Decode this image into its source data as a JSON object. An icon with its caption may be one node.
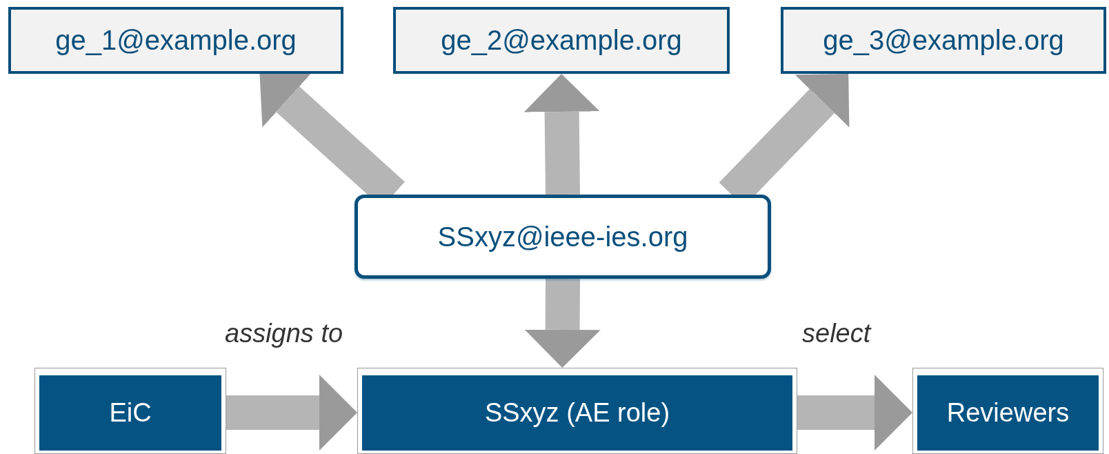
{
  "diagram": {
    "nodes": [
      {
        "text": [
          "ge_1@example.org"
        ]
      },
      {
        "text": [
          "ge_2@example.org"
        ]
      },
      {
        "text": [
          "ge_3@example.org"
        ]
      },
      {
        "text": [
          "SSxyz@ieee-ies.org"
        ]
      },
      {
        "text": [
          "EiC"
        ]
      },
      {
        "text": [
          "SSxyz (AE role)"
        ]
      },
      {
        "text": [
          "Reviewers"
        ]
      }
    ],
    "edges": [
      {
        "from": 3,
        "to": 0,
        "arrow": "to"
      },
      {
        "from": 3,
        "to": 1,
        "arrow": "to"
      },
      {
        "from": 3,
        "to": 2,
        "arrow": "to"
      },
      {
        "from": 3,
        "to": 5,
        "arrow": "to"
      },
      {
        "from": 4,
        "to": 5,
        "arrow": "to",
        "label": "assigns to"
      },
      {
        "from": 5,
        "to": 6,
        "arrow": "to",
        "label": "select"
      }
    ]
  }
}
